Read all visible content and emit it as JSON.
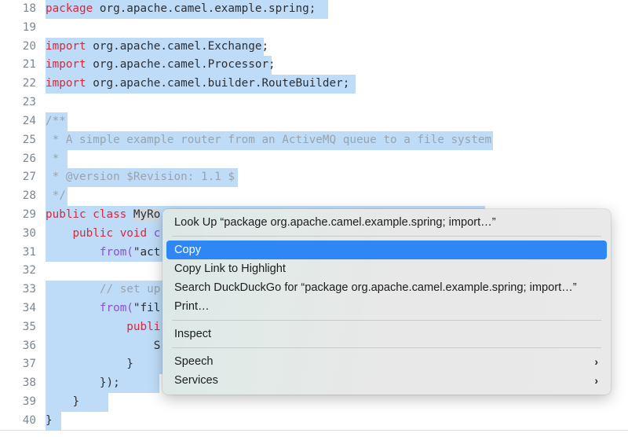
{
  "editor": {
    "name": "code-viewer",
    "selection_color": "#bedcf7",
    "gutter_color": "#7c8796",
    "keyword_color": "#d6293e",
    "function_color": "#8a4fd6",
    "comment_color": "#9aa3ad",
    "first_line_number": 18,
    "lines": [
      {
        "num": "18",
        "selwidth": 360,
        "indent": 0,
        "parts": [
          {
            "t": "package ",
            "c": "kw"
          },
          {
            "t": "org.apache.camel.example.spring;",
            "c": ""
          }
        ]
      },
      {
        "num": "19",
        "selwidth": 0,
        "indent": 0,
        "parts": []
      },
      {
        "num": "20",
        "selwidth": 278,
        "indent": 0,
        "parts": [
          {
            "t": "import ",
            "c": "kw"
          },
          {
            "t": "org.apache.camel.Exchange;",
            "c": ""
          }
        ]
      },
      {
        "num": "21",
        "selwidth": 288,
        "indent": 0,
        "parts": [
          {
            "t": "import ",
            "c": "kw"
          },
          {
            "t": "org.apache.camel.Processor;",
            "c": ""
          }
        ]
      },
      {
        "num": "22",
        "selwidth": 395,
        "indent": 0,
        "parts": [
          {
            "t": "import ",
            "c": "kw"
          },
          {
            "t": "org.apache.camel.builder.RouteBuilder;",
            "c": ""
          }
        ]
      },
      {
        "num": "23",
        "selwidth": 0,
        "indent": 0,
        "parts": []
      },
      {
        "num": "24",
        "selwidth": 28,
        "indent": 0,
        "parts": [
          {
            "t": "/**",
            "c": "cm"
          }
        ]
      },
      {
        "num": "25",
        "selwidth": 570,
        "indent": 0,
        "parts": [
          {
            "t": " * A simple example router from an ActiveMQ queue to a file system",
            "c": "cm"
          }
        ]
      },
      {
        "num": "26",
        "selwidth": 28,
        "indent": 0,
        "parts": [
          {
            "t": " *",
            "c": "cm"
          }
        ]
      },
      {
        "num": "27",
        "selwidth": 245,
        "indent": 0,
        "parts": [
          {
            "t": " * @version $Revision: 1.1 $",
            "c": "cm"
          }
        ]
      },
      {
        "num": "28",
        "selwidth": 28,
        "indent": 0,
        "parts": [
          {
            "t": " */",
            "c": "cm"
          }
        ]
      },
      {
        "num": "29",
        "selwidth": 560,
        "indent": 0,
        "parts": [
          {
            "t": "public class ",
            "c": "kw"
          },
          {
            "t": "MyRo",
            "c": "clsname"
          }
        ]
      },
      {
        "num": "30",
        "selwidth": 560,
        "indent": 0,
        "parts": [
          {
            "t": "    ",
            "c": ""
          },
          {
            "t": "public void ",
            "c": "kw"
          },
          {
            "t": "c",
            "c": "fn"
          }
        ]
      },
      {
        "num": "31",
        "selwidth": 560,
        "indent": 0,
        "parts": [
          {
            "t": "        ",
            "c": ""
          },
          {
            "t": "from(",
            "c": "fn"
          },
          {
            "t": "\"act",
            "c": "str"
          }
        ]
      },
      {
        "num": "32",
        "selwidth": 0,
        "indent": 0,
        "parts": []
      },
      {
        "num": "33",
        "selwidth": 560,
        "indent": 0,
        "parts": [
          {
            "t": "        ",
            "c": ""
          },
          {
            "t": "// set up",
            "c": "cm"
          }
        ]
      },
      {
        "num": "34",
        "selwidth": 560,
        "indent": 0,
        "parts": [
          {
            "t": "        ",
            "c": ""
          },
          {
            "t": "from(",
            "c": "fn"
          },
          {
            "t": "\"fil",
            "c": "str"
          }
        ]
      },
      {
        "num": "35",
        "selwidth": 560,
        "indent": 0,
        "parts": [
          {
            "t": "            ",
            "c": ""
          },
          {
            "t": "publi",
            "c": "kw"
          }
        ]
      },
      {
        "num": "36",
        "selwidth": 560,
        "indent": 0,
        "parts": [
          {
            "t": "                ",
            "c": ""
          },
          {
            "t": "S",
            "c": ""
          }
        ]
      },
      {
        "num": "37",
        "selwidth": 180,
        "indent": 0,
        "parts": [
          {
            "t": "            ",
            "c": ""
          },
          {
            "t": "}",
            "c": ""
          }
        ]
      },
      {
        "num": "38",
        "selwidth": 145,
        "indent": 0,
        "parts": [
          {
            "t": "        ",
            "c": ""
          },
          {
            "t": "});",
            "c": ""
          }
        ]
      },
      {
        "num": "39",
        "selwidth": 80,
        "indent": 0,
        "parts": [
          {
            "t": "    ",
            "c": ""
          },
          {
            "t": "}",
            "c": ""
          }
        ]
      },
      {
        "num": "40",
        "selwidth": 20,
        "indent": 0,
        "parts": [
          {
            "t": "}",
            "c": ""
          }
        ]
      }
    ]
  },
  "context_menu": {
    "highlight_color": "#2f86f5",
    "background_color": "#e8e8e8",
    "items": [
      {
        "label": "Look Up “package org.apache.camel.example.spring;  import…”",
        "highlighted": false,
        "submenu": false
      },
      {
        "separator": true
      },
      {
        "label": "Copy",
        "highlighted": true,
        "submenu": false
      },
      {
        "label": "Copy Link to Highlight",
        "highlighted": false,
        "submenu": false
      },
      {
        "label": "Search DuckDuckGo for “package org.apache.camel.example.spring;  import…”",
        "highlighted": false,
        "submenu": false
      },
      {
        "label": "Print…",
        "highlighted": false,
        "submenu": false
      },
      {
        "separator": true
      },
      {
        "label": "Inspect",
        "highlighted": false,
        "submenu": false
      },
      {
        "separator": true
      },
      {
        "label": "Speech",
        "highlighted": false,
        "submenu": true,
        "submenu_glyph": "›"
      },
      {
        "label": "Services",
        "highlighted": false,
        "submenu": true,
        "submenu_glyph": "›"
      }
    ]
  }
}
